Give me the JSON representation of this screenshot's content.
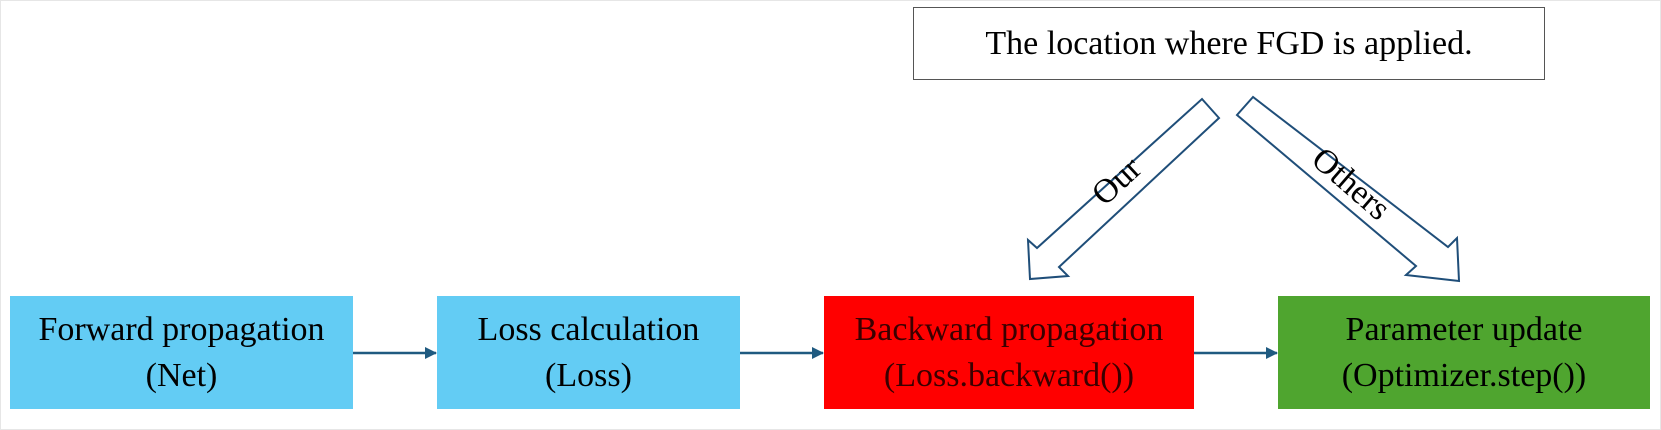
{
  "note": "The location where FGD is applied.",
  "branches": {
    "ours": "Our",
    "others": "Others"
  },
  "steps": [
    {
      "line1": "Forward propagation",
      "line2": "(Net)",
      "color": "#63ccf4"
    },
    {
      "line1": "Loss calculation",
      "line2": "(Loss)",
      "color": "#63ccf4"
    },
    {
      "line1": "Backward propagation",
      "line2": "(Loss.backward())",
      "color": "#ff0000"
    },
    {
      "line1": "Parameter update",
      "line2": "(Optimizer.step())",
      "color": "#4fa52f"
    }
  ],
  "colors": {
    "arrow": "#1f4e79",
    "note_border": "#555555"
  }
}
